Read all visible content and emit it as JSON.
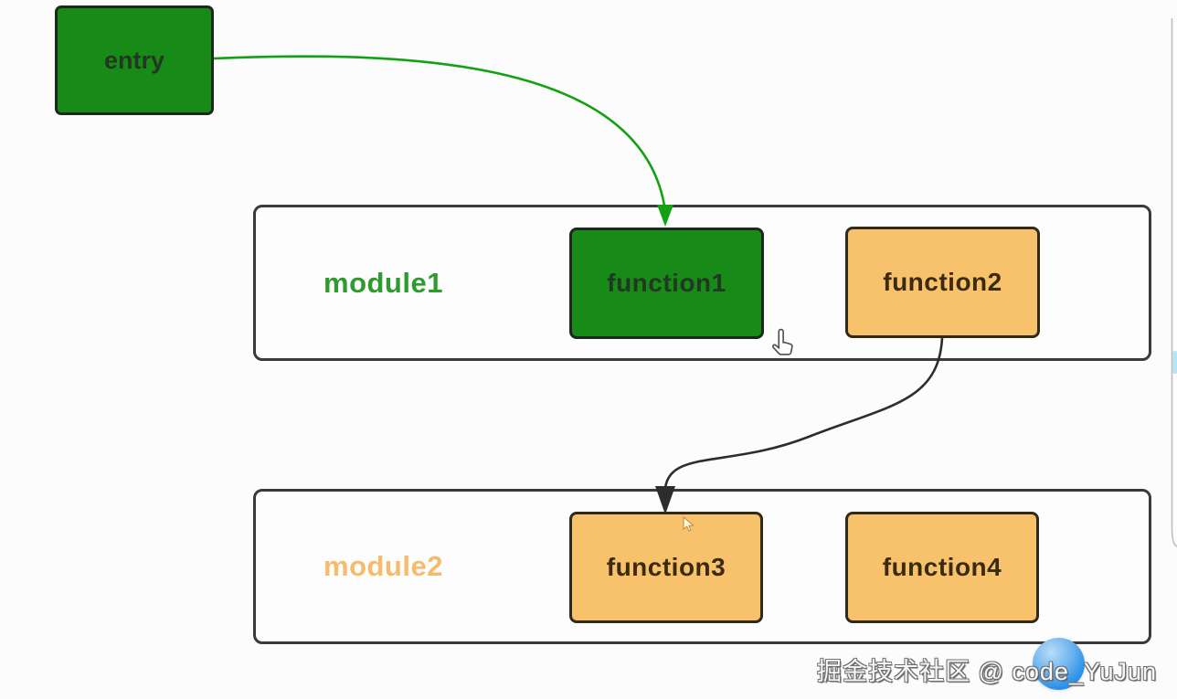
{
  "colors": {
    "background": "#fcfcfc",
    "green_node_fill": "#178a17",
    "orange_node_fill": "#f8c26d",
    "module_border": "#3a3a3a",
    "module1_label_color": "#2e9b2e",
    "module2_label_color": "#f6bc6b",
    "arrow_green": "#13a113",
    "arrow_dark": "#2d2d2d",
    "scrollbar_thumb": "#b5e3f7",
    "avatar_blue": "#2f93ea"
  },
  "nodes": {
    "entry": {
      "label": "entry"
    },
    "module1": {
      "label": "module1"
    },
    "module2": {
      "label": "module2"
    },
    "function1": {
      "label": "function1"
    },
    "function2": {
      "label": "function2"
    },
    "function3": {
      "label": "function3"
    },
    "function4": {
      "label": "function4"
    }
  },
  "edges": [
    {
      "from": "entry",
      "to": "function1",
      "color": "#13a113"
    },
    {
      "from": "function2",
      "to": "function3",
      "color": "#2d2d2d"
    }
  ],
  "watermark": {
    "text": "掘金技术社区 @ code_YuJun"
  }
}
